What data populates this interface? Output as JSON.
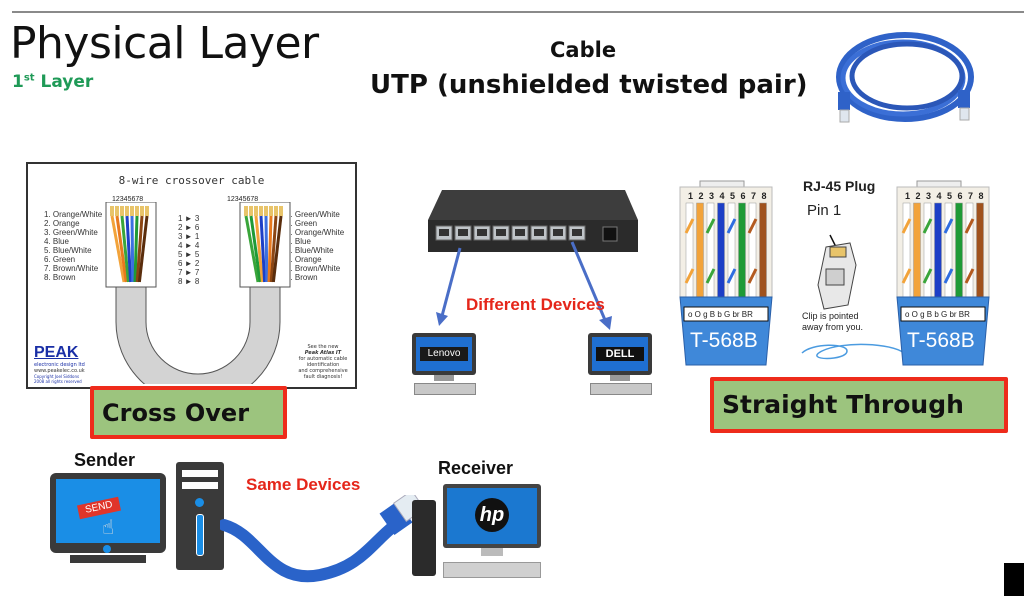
{
  "header": {
    "title": "Physical Layer",
    "subtitle_num": "1",
    "subtitle_sup": "st",
    "subtitle_rest": "Layer",
    "cable_label": "Cable",
    "cable_type": "UTP (unshielded twisted pair)"
  },
  "crossover": {
    "diagram_title": "8-wire crossover cable",
    "pin_numbers": "12345678",
    "left_wires": [
      "1. Orange/White",
      "2. Orange",
      "3. Green/White",
      "4. Blue",
      "5. Blue/White",
      "6. Green",
      "7. Brown/White",
      "8. Brown"
    ],
    "right_wires": [
      "1. Green/White",
      "2. Green",
      "3. Orange/White",
      "4. Blue",
      "5. Blue/White",
      "6. Orange",
      "7. Brown/White",
      "8. Brown"
    ],
    "pin_map": [
      "1 ► 3",
      "2 ► 6",
      "3 ► 1",
      "4 ► 4",
      "5 ► 5",
      "6 ► 2",
      "7 ► 7",
      "8 ► 8"
    ],
    "brand": "PEAK",
    "brand_sub": "electronic design ltd",
    "brand_url": "www.peakelec.co.uk",
    "copyright": "Copyright Joel Siddons 2008 all rights reserved",
    "promo": [
      "See the new",
      "Peak Atlas IT",
      "for automatic cable",
      "identification",
      "and comprehensive",
      "fault diagnosis!"
    ],
    "label": "Cross Over",
    "wire_colors": [
      "#f2a33a",
      "#e8791e",
      "#3aa53a",
      "#1d3fc6",
      "#3b6fe0",
      "#1f9a36",
      "#8b4513",
      "#5a2d0c"
    ]
  },
  "switch_section": {
    "label": "Different Devices",
    "left_device": "Lenovo",
    "right_device": "DELL",
    "port_count": 8
  },
  "straight": {
    "rj45_title": "RJ-45 Plug",
    "pin1": "Pin 1",
    "clip_note_1": "Clip is pointed",
    "clip_note_2": "away from you.",
    "pin_numbers": [
      "1",
      "2",
      "3",
      "4",
      "5",
      "6",
      "7",
      "8"
    ],
    "codes": "o  O  g  B  b  G  br  BR",
    "standard_left": "T-568B",
    "standard_right": "T-568B",
    "label": "Straight Through",
    "wire_colors": [
      "#f2a33a",
      "#f2a33a",
      "#3aa53a",
      "#1d3fc6",
      "#2f6de0",
      "#1f9a36",
      "#b35a1f",
      "#a0521d"
    ],
    "striped": [
      true,
      false,
      true,
      false,
      true,
      false,
      true,
      false
    ]
  },
  "bottom": {
    "sender": "Sender",
    "send_button": "SEND",
    "same_devices": "Same Devices",
    "receiver": "Receiver",
    "receiver_brand": "hp"
  },
  "colors": {
    "accent_red": "#e5261a",
    "label_green": "#9cc47e",
    "title_green": "#1f9a57",
    "cable_blue": "#2a63c9"
  }
}
